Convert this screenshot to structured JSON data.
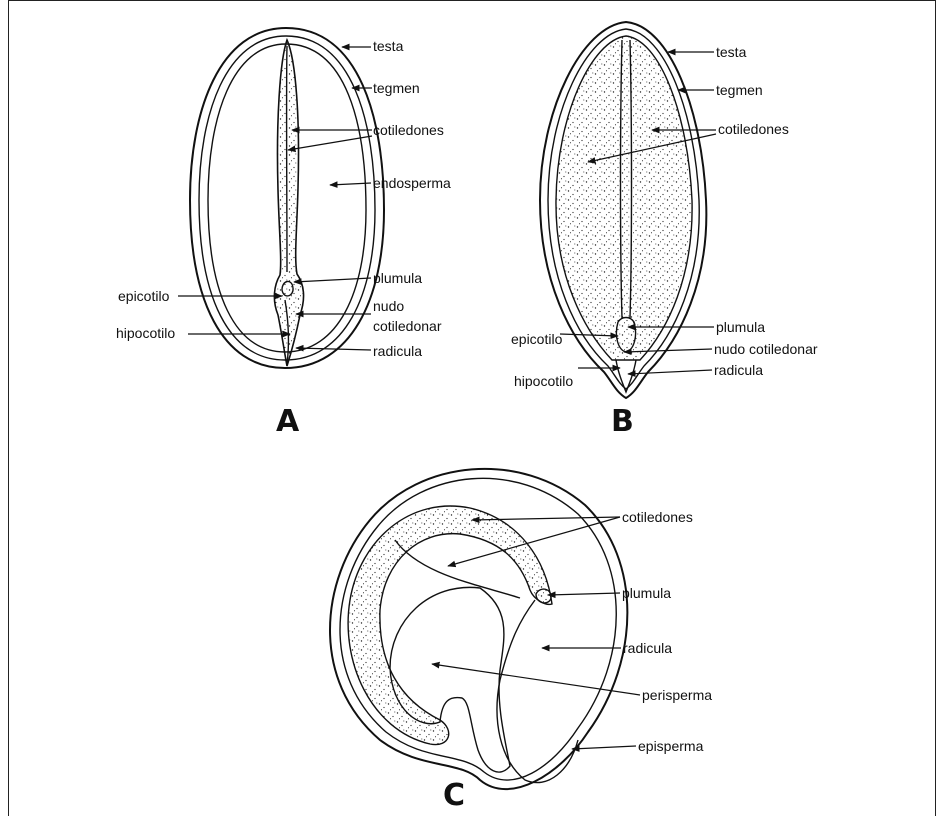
{
  "diagram": {
    "panels": {
      "a": "A",
      "b": "B",
      "c": "C"
    },
    "seed_a": {
      "testa": "testa",
      "tegmen": "tegmen",
      "cotiledones": "cotiledones",
      "endosperma": "endosperma",
      "plumula": "plumula",
      "epicotilo": "epicotilo",
      "nudo_line1": "nudo",
      "nudo_line2": "cotiledonar",
      "hipocotilo": "hipocotilo",
      "radicula": "radicula"
    },
    "seed_b": {
      "testa": "testa",
      "tegmen": "tegmen",
      "cotiledones": "cotiledones",
      "plumula": "plumula",
      "epicotilo": "epicotilo",
      "nudo": "nudo cotiledonar",
      "hipocotilo": "hipocotilo",
      "radicula": "radicula"
    },
    "seed_c": {
      "cotiledones": "cotiledones",
      "plumula": "plumula",
      "radicula": "radicula",
      "perisperma": "perisperma",
      "episperma": "episperma"
    }
  }
}
